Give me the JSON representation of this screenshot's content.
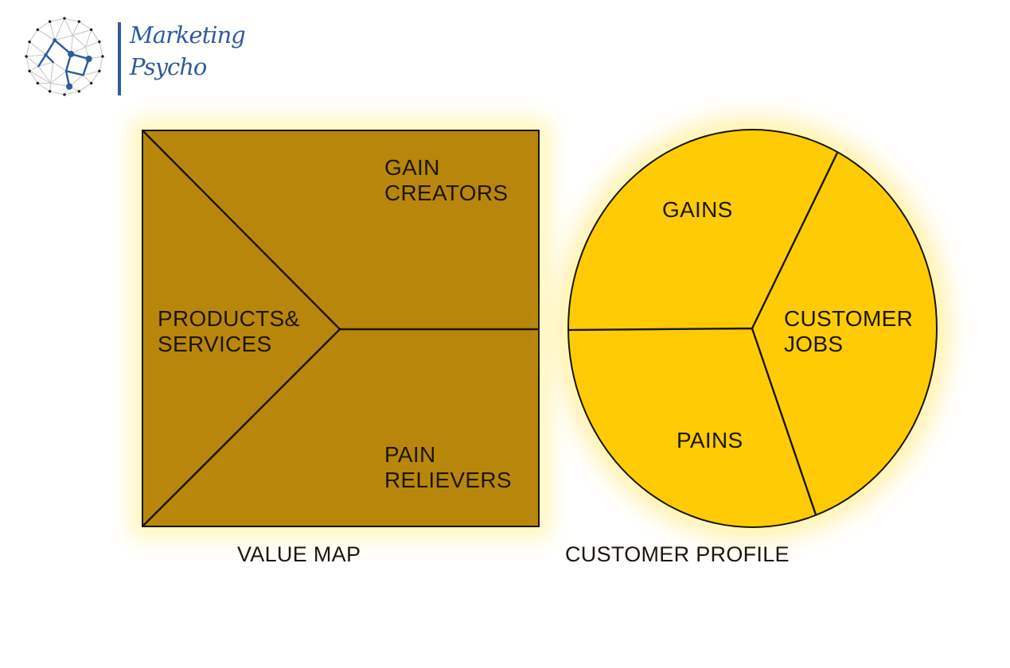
{
  "canvas": {
    "background": "#ffffff",
    "text_color": "#1c1708",
    "outline_color": "#1a1508"
  },
  "logo": {
    "icon": "network-sphere-icon",
    "brand_line1": "Marketing",
    "brand_line2": "Psycho",
    "accent_color": "#2e5c9e"
  },
  "value_map": {
    "caption": "VALUE MAP",
    "shape": "square",
    "fill_color": "#b8860b",
    "glow_color": "#fff3a0",
    "sections": {
      "gain_creators": "GAIN CREATORS",
      "products_services": "PRODUCTS& SERVICES",
      "pain_relievers": "PAIN RELIEVERS"
    }
  },
  "customer_profile": {
    "caption": "CUSTOMER PROFILE",
    "shape": "circle",
    "fill_color": "#ffcb05",
    "glow_color": "#ffeb8c",
    "sections": {
      "gains": "GAINS",
      "customer_jobs": "CUSTOMER JOBS",
      "pains": "PAINS"
    }
  }
}
